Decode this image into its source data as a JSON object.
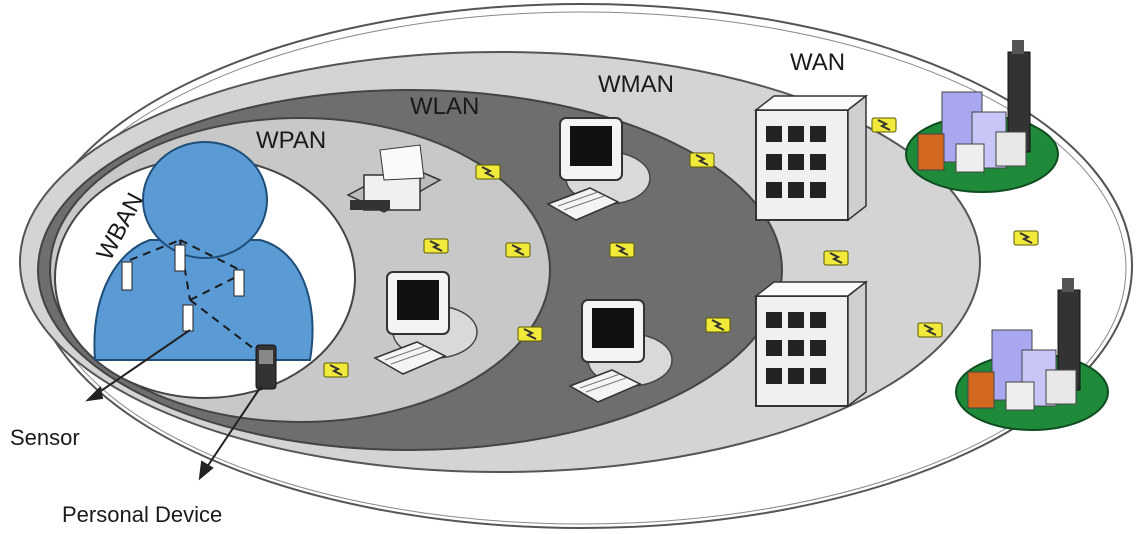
{
  "zones": {
    "wan": "WAN",
    "wman": "WMAN",
    "wlan": "WLAN",
    "wpan": "WPAN",
    "wban": "WBAN"
  },
  "callouts": {
    "sensor": "Sensor",
    "personal_device": "Personal Device"
  },
  "colors": {
    "wan_fill": "#ffffff",
    "wman_fill": "#d6d6d6",
    "wlan_fill": "#6e6e6e",
    "wpan_fill": "#c9c9c9",
    "wban_fill": "#ffffff",
    "person": "#5b9bd5",
    "link": "#e8e21c",
    "city_base": "#1f8a3a"
  },
  "icons": [
    "person-icon",
    "sensor-icon",
    "personal-device-icon",
    "printer-icon",
    "computer-icon",
    "server-icon",
    "city-icon",
    "wireless-link-icon"
  ]
}
